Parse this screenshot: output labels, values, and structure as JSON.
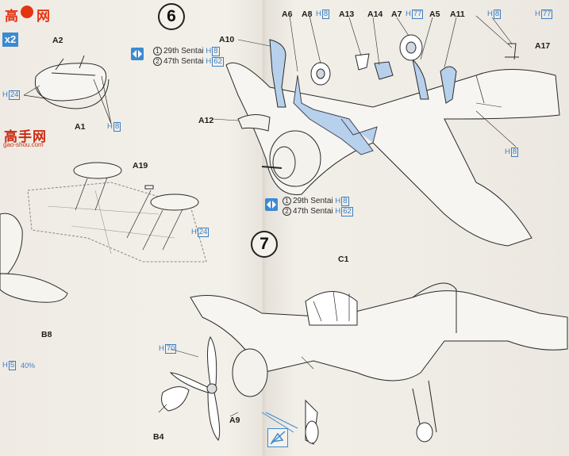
{
  "logo": {
    "char1": "高",
    "char2": "网",
    "url": "gao-shou.com"
  },
  "watermark": {
    "text": "高手网",
    "url": "gao-shou.com"
  },
  "multiplier": "x2",
  "steps": {
    "six": "6",
    "seven": "7"
  },
  "sentai": {
    "top": {
      "n1": "1",
      "n2": "2",
      "line1": "29th Sentai",
      "line2": "47th Sentai",
      "h1": "8",
      "h2": "62"
    },
    "mid": {
      "n1": "1",
      "n2": "2",
      "line1": "29th Sentai",
      "line2": "47th Sentai",
      "h1": "8",
      "h2": "62"
    }
  },
  "labels": {
    "a1": "A1",
    "a2": "A2",
    "a5": "A5",
    "a6": "A6",
    "a7": "A7",
    "a8": "A8",
    "a9": "A9",
    "a10": "A10",
    "a11": "A11",
    "a12": "A12",
    "a13": "A13",
    "a14": "A14",
    "a17": "A17",
    "a19": "A19",
    "b4": "B4",
    "b8": "B8",
    "c1": "C1"
  },
  "h_prefix": "H",
  "h_codes": {
    "a1_h24": "24",
    "a1_h8": "8",
    "a19_h24": "24",
    "b8_h5": "5",
    "top_h8": "8",
    "top_h77a": "77",
    "top_h77b": "77",
    "top_h8b": "8",
    "wing_h8": "8",
    "s7_h70": "70"
  },
  "percent": "40%",
  "colors": {
    "accent_blue": "#3d8ad0",
    "part_blue": "#b7d1ec",
    "red": "#e53412"
  }
}
